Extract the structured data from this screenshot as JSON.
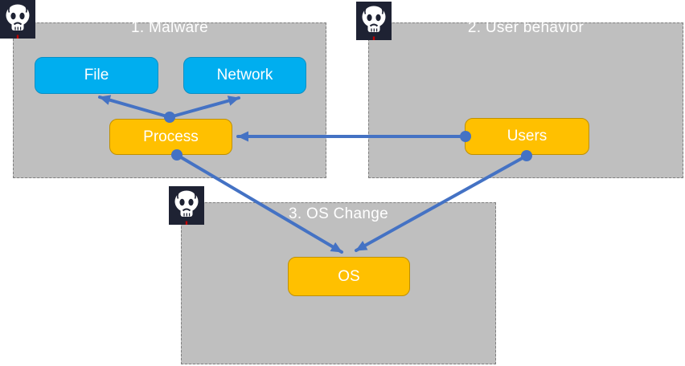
{
  "diagram": {
    "groups": [
      {
        "id": "malware",
        "title": "1. Malware",
        "icon": "skull-icon"
      },
      {
        "id": "user-behavior",
        "title": "2. User behavior",
        "icon": "skull-icon"
      },
      {
        "id": "os-change",
        "title": "3. OS Change",
        "icon": "skull-icon"
      }
    ],
    "nodes": [
      {
        "id": "file",
        "label": "File",
        "group": "malware",
        "color": "#00AEEF"
      },
      {
        "id": "network",
        "label": "Network",
        "group": "malware",
        "color": "#00AEEF"
      },
      {
        "id": "process",
        "label": "Process",
        "group": "malware",
        "color": "#FFC000"
      },
      {
        "id": "users",
        "label": "Users",
        "group": "user-behavior",
        "color": "#FFC000"
      },
      {
        "id": "os",
        "label": "OS",
        "group": "os-change",
        "color": "#FFC000"
      }
    ],
    "edges": [
      {
        "from": "process",
        "to": "file"
      },
      {
        "from": "process",
        "to": "network"
      },
      {
        "from": "users",
        "to": "process"
      },
      {
        "from": "process",
        "to": "os"
      },
      {
        "from": "users",
        "to": "os"
      }
    ],
    "colors": {
      "node_cyan": "#00AEEF",
      "node_orange": "#FFC000",
      "arrow_blue": "#4472C4",
      "group_fill": "#BFBFBF",
      "group_border": "#7F7F7F",
      "icon_background": "#1E2233",
      "icon_accent_red": "#C00000",
      "title_text": "#FFFFFF"
    }
  }
}
